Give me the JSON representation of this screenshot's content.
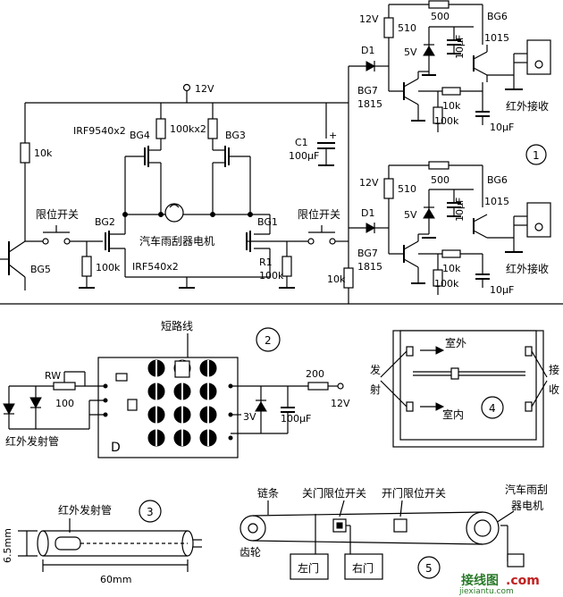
{
  "labels": {
    "v12": "12V",
    "r10k": "10k",
    "irf9540": "IRF9540x2",
    "bg4": "BG4",
    "bg3": "BG3",
    "r100kx2": "100kx2",
    "bg5": "BG5",
    "limit_switch": "限位开关",
    "bg2": "BG2",
    "bg1": "BG1",
    "motor": "汽车雨刮器电机",
    "irf540": "IRF540x2",
    "r100k": "100k",
    "r1": "R1",
    "c1": "C1",
    "c1_val": "100μF",
    "d1": "D1",
    "r510": "510",
    "r500": "500",
    "bg6": "BG6",
    "t1015": "1015",
    "v5": "5V",
    "c10uf": "10μF",
    "bg7": "BG7",
    "t1815": "1815",
    "ir_receiver": "红外接收",
    "n1": "1",
    "short_wire": "短路线",
    "n2": "2",
    "rw": "RW",
    "r100": "100",
    "ir_emitter_tube": "红外发射管",
    "v3": "3V",
    "r200": "200",
    "d_label": "D",
    "outdoor": "室外",
    "indoor": "室内",
    "emit_1": "发",
    "emit_2": "射",
    "recv_1": "接",
    "recv_2": "收",
    "n4": "4",
    "chain": "链条",
    "close_limit": "关门限位开关",
    "open_limit": "开门限位开关",
    "wiper_motor_1": "汽车雨刮",
    "wiper_motor_2": "器电机",
    "n3": "3",
    "dim_65": "6.5mm",
    "dim_60": "60mm",
    "gear": "齿轮",
    "left_door": "左门",
    "right_door": "右门",
    "n5": "5",
    "wm_logo": "接线图",
    "wm_com": ".com",
    "wm_url": "jiexiantu.com"
  }
}
